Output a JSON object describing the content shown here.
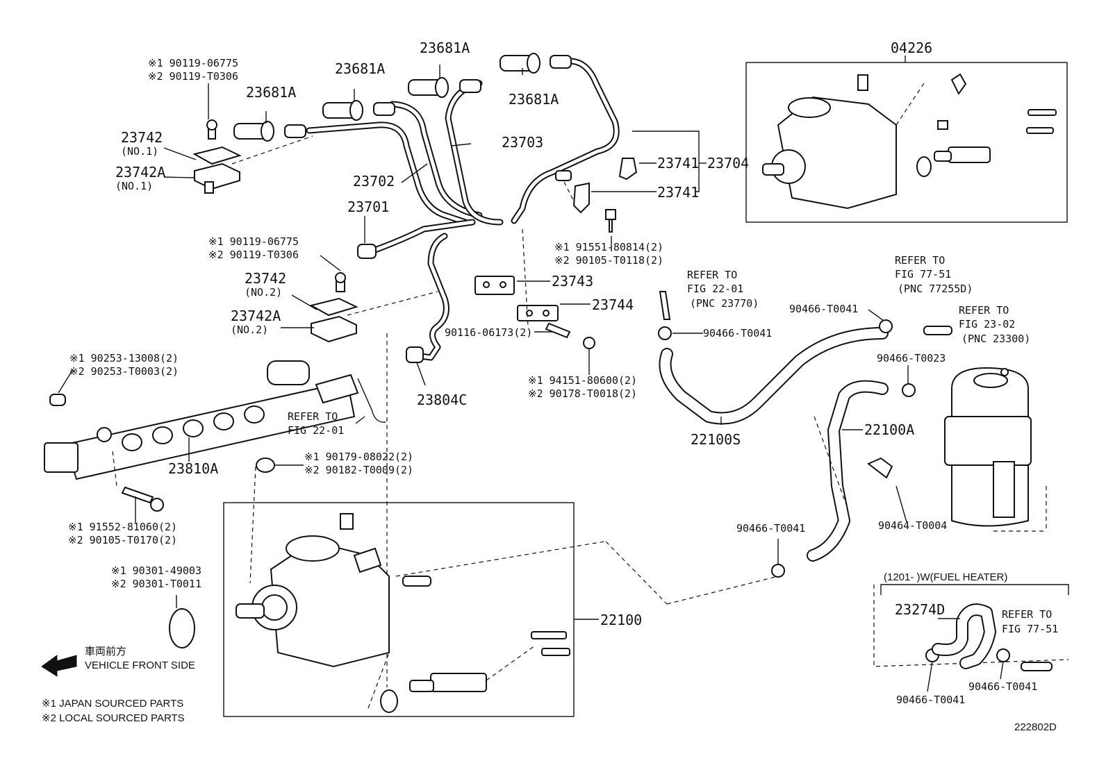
{
  "labels": {
    "sym1_90119_06775_top": "※1 90119-06775",
    "sym2_90119_T0306_top": "※2 90119-T0306",
    "p23742_top": "23742",
    "no1_a": "(NO.1)",
    "p23742A_top": "23742A",
    "no1_b": "(NO.1)",
    "p23681A_1": "23681A",
    "p23681A_2": "23681A",
    "p23681A_3": "23681A",
    "p23681A_4": "23681A",
    "p23703": "23703",
    "p23702": "23702",
    "p23701": "23701",
    "p23741_a": "23741",
    "p23741_b": "23741",
    "p23704": "23704",
    "p04226": "04226",
    "sym1_90119_06775_mid": "※1 90119-06775",
    "sym2_90119_T0306_mid": "※2 90119-T0306",
    "p23742_mid": "23742",
    "no2_a": "(NO.2)",
    "p23742A_mid": "23742A",
    "no2_b": "(NO.2)",
    "sym1_91551": "※1 91551-80814(2)",
    "sym2_90105_T0118": "※2 90105-T0118(2)",
    "p23743": "23743",
    "p23744": "23744",
    "p90116": "90116-06173(2)",
    "sym1_94151": "※1 94151-80600(2)",
    "sym2_90178": "※2 90178-T0018(2)",
    "p23804C": "23804C",
    "refer_2201_a_1": "REFER TO",
    "refer_2201_a_2": "FIG 22-01",
    "refer_2201_a_3": "(PNC 23770)",
    "p90466_T0041_a": "90466-T0041",
    "p90466_T0041_b": "90466-T0041",
    "refer_7751_a_1": "REFER TO",
    "refer_7751_a_2": "FIG 77-51",
    "refer_7751_a_3": "(PNC 77255D)",
    "refer_2302_1": "REFER TO",
    "refer_2302_2": "FIG 23-02",
    "refer_2302_3": "(PNC 23300)",
    "p90466_T0023": "90466-T0023",
    "p22100S": "22100S",
    "p22100A": "22100A",
    "sym1_90253": "※1 90253-13008(2)",
    "sym2_90253": "※2 90253-T0003(2)",
    "refer_2201_b_1": "REFER TO",
    "refer_2201_b_2": "FIG 22-01",
    "p23810A": "23810A",
    "sym1_90179": "※1 90179-08022(2)",
    "sym2_90182": "※2 90182-T0009(2)",
    "sym1_91552": "※1 91552-81060(2)",
    "sym2_90105_T0170": "※2 90105-T0170(2)",
    "sym1_90301": "※1 90301-49003",
    "sym2_90301": "※2 90301-T0011",
    "p22100": "22100",
    "p90464": "90464-T0004",
    "p90466_T0041_c": "90466-T0041",
    "fuel_heater_range": "(1201-      )W(FUEL HEATER)",
    "p23274D": "23274D",
    "refer_7751_b_1": "REFER TO",
    "refer_7751_b_2": "FIG 77-51",
    "p90466_T0041_d": "90466-T0041",
    "p90466_T0041_e": "90466-T0041",
    "front_jp": "車両前方",
    "front_en": "VEHICLE FRONT SIDE",
    "note1": "※1 JAPAN SOURCED PARTS",
    "note2": "※2 LOCAL SOURCED PARTS",
    "diagram_id": "222802D"
  }
}
